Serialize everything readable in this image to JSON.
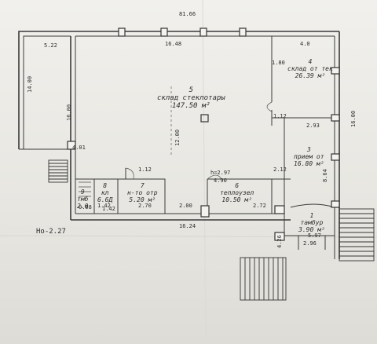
{
  "plan": {
    "top_ref": "81.66",
    "level": "Ho-2.27",
    "dims": {
      "top_left": "5.22",
      "top_mid": "16.48",
      "top_right": "4.0",
      "left_wall": "14.00",
      "left_inner": "16.00",
      "centre_v": "12.00",
      "right_wall": "16.00",
      "bottom": "16.24",
      "bottom_right": "2.96",
      "left_step": "4.01",
      "h_mark": "h=2.97",
      "corr_a": "4.90",
      "corr_b": "2.70",
      "corr_c": "2.00",
      "corr_d": "1.42",
      "corr_e": "2.72",
      "right_a": "2.93",
      "right_b": "1.12",
      "right_c": "2.12",
      "right_d": "8.64",
      "right_e": "4.26",
      "right_f": "5.97",
      "small_a": "1.12",
      "small_b": "0.98",
      "win_a": "1.80",
      "win_b": "1.42"
    },
    "rooms": [
      {
        "num": "5",
        "name": "склад стеклотары",
        "area": "147.50 м²"
      },
      {
        "num": "4",
        "name": "склад от тек",
        "area": "26.39 м²"
      },
      {
        "num": "3",
        "name": "прием от",
        "area": "16.80 м²"
      },
      {
        "num": "6",
        "name": "теплоузел",
        "area": "10.50 м²"
      },
      {
        "num": "7",
        "name": "н-то отр",
        "area": "5.20 м²"
      },
      {
        "num": "8",
        "name": "кл",
        "area": "6.6Д"
      },
      {
        "num": "9",
        "name": "тмб",
        "area": "2.0"
      },
      {
        "num": "1",
        "name": "тамбур",
        "area": "3.90 м²"
      }
    ]
  }
}
